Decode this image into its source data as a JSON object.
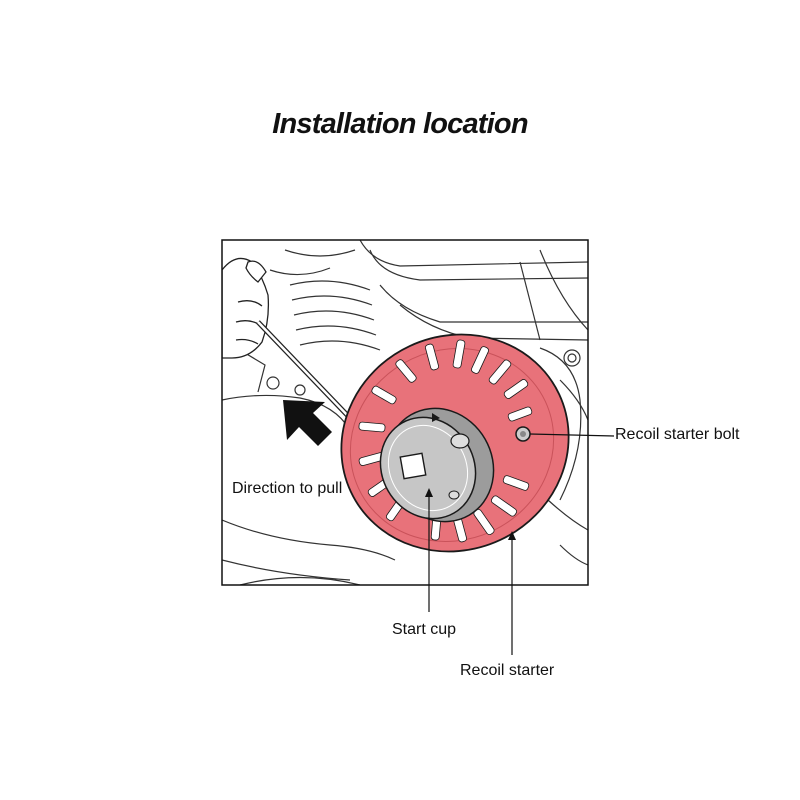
{
  "title": "Installation location",
  "labels": {
    "recoil_starter_bolt": "Recoil starter bolt",
    "direction_to_pull": "Direction to pull",
    "start_cup": "Start cup",
    "recoil_starter": "Recoil starter"
  },
  "colors": {
    "starter_fill": "#e8727a",
    "starter_dark": "#c9525a",
    "cup_fill": "#b9b9b9",
    "line": "#1a1a1a",
    "arrow": "#111111"
  }
}
